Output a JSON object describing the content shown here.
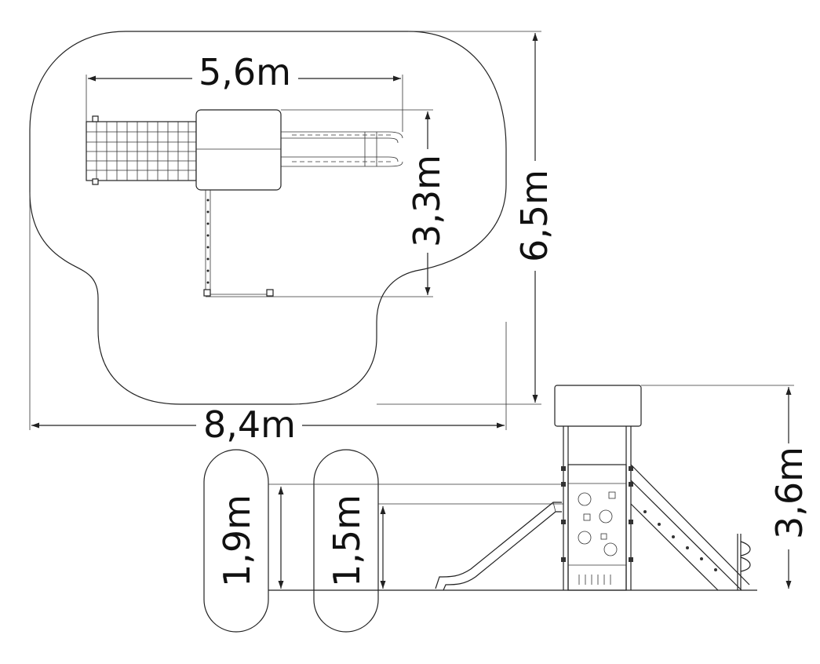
{
  "dimensions": {
    "top_width": "5,6m",
    "top_depth": "3,3m",
    "area_length": "8,4m",
    "area_width": "6,5m",
    "total_height": "3,6m",
    "free_fall_height": "1,9m",
    "platform_height": "1,5m"
  },
  "colors": {
    "line": "#222222",
    "background": "#ffffff"
  }
}
